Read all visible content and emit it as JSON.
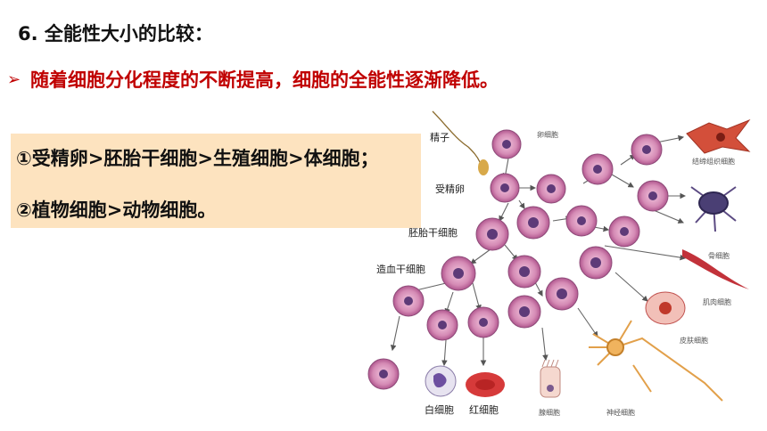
{
  "heading": "6. 全能性大小的比较：",
  "bullet": {
    "icon": "arrow-right-icon",
    "text": "随着细胞分化程度的不断提高，细胞的全能性逐渐降低。",
    "color": "#c00000"
  },
  "comparison_box": {
    "background": "#fde3bf",
    "line1": "①受精卵>胚胎干细胞>生殖细胞>体细胞；",
    "line2": "②植物细胞>动物细胞。"
  },
  "diagram": {
    "labels": {
      "sperm": "精子",
      "egg": "卵细胞",
      "zygote": "受精卵",
      "embryonic_stem_cell": "胚胎干细胞",
      "hematopoietic_stem_cell": "造血干细胞",
      "white_blood_cell": "白细胞",
      "red_blood_cell": "红细胞",
      "intestinal_cell": "腺细胞",
      "nerve_cell": "神经细胞",
      "skin_cell": "皮肤细胞",
      "muscle_cell": "肌肉细胞",
      "bone_cell": "骨细胞",
      "connective_tissue_cell": "结缔组织细胞"
    }
  }
}
